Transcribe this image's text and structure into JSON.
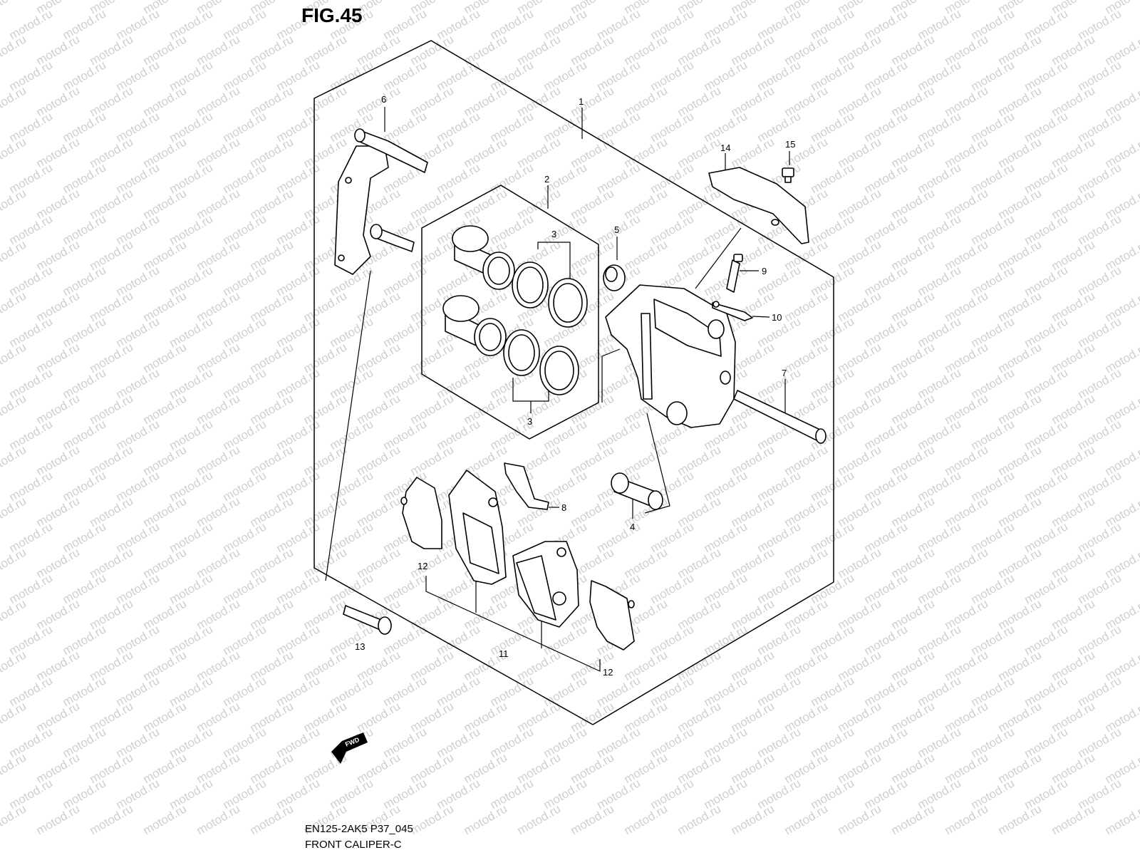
{
  "figure": {
    "title": "FIG.45"
  },
  "watermark": "motod.ru",
  "callouts": [
    "1",
    "2",
    "3",
    "3",
    "4",
    "5",
    "6",
    "7",
    "8",
    "9",
    "10",
    "11",
    "12",
    "12",
    "13",
    "14",
    "15"
  ],
  "direction_badge": "FWD",
  "footer": {
    "code": "EN125-2AK5 P37_045",
    "name": "FRONT CALIPER-C"
  }
}
